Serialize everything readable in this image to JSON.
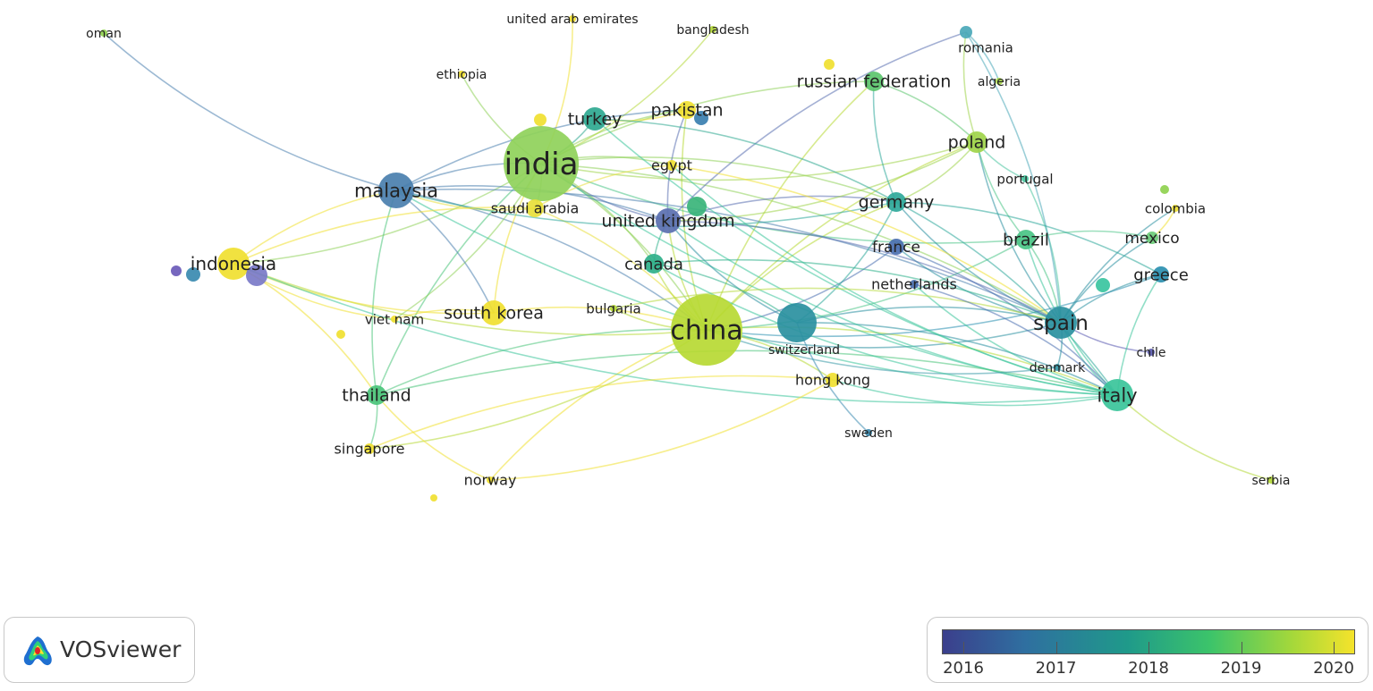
{
  "brand": {
    "name": "VOSviewer"
  },
  "legend": {
    "gradient_colors": [
      "#3b3f8c",
      "#2f6fa0",
      "#1f9a8a",
      "#3cc46a",
      "#a5d83a",
      "#f5e32b"
    ],
    "years": [
      "2016",
      "2017",
      "2018",
      "2019",
      "2020"
    ]
  },
  "nodes": [
    {
      "id": "oman",
      "label": "oman",
      "color": "#8fd14f"
    },
    {
      "id": "uae",
      "label": "united arab emirates",
      "color": "#f0e030"
    },
    {
      "id": "bangladesh",
      "label": "bangladesh",
      "color": "#b5d93a"
    },
    {
      "id": "romania",
      "label": "romania",
      "color": "#4aa8b8"
    },
    {
      "id": "ethiopia",
      "label": "ethiopia",
      "color": "#f0e030"
    },
    {
      "id": "russian_federation",
      "label": "russian federation",
      "color": "#5bc46d"
    },
    {
      "id": "algeria",
      "label": "algeria",
      "color": "#a8d84a"
    },
    {
      "id": "turkey",
      "label": "turkey",
      "color": "#2ea890"
    },
    {
      "id": "pakistan",
      "label": "pakistan",
      "color": "#f0e030"
    },
    {
      "id": "india",
      "label": "india",
      "color": "#8fd15a"
    },
    {
      "id": "poland",
      "label": "poland",
      "color": "#9fd44a"
    },
    {
      "id": "egypt",
      "label": "egypt",
      "color": "#f0e030"
    },
    {
      "id": "malaysia",
      "label": "malaysia",
      "color": "#4a7fae"
    },
    {
      "id": "portugal",
      "label": "portugal",
      "color": "#4ac4a0"
    },
    {
      "id": "saudi_arabia",
      "label": "saudi arabia",
      "color": "#e8df3a"
    },
    {
      "id": "germany",
      "label": "germany",
      "color": "#2ea89a"
    },
    {
      "id": "colombia",
      "label": "colombia",
      "color": "#f0e030"
    },
    {
      "id": "united_kingdom",
      "label": "united kingdom",
      "color": "#5a6fb0"
    },
    {
      "id": "brazil",
      "label": "brazil",
      "color": "#4ac486"
    },
    {
      "id": "mexico",
      "label": "mexico",
      "color": "#6ccc78"
    },
    {
      "id": "france",
      "label": "france",
      "color": "#4a6fb0"
    },
    {
      "id": "indonesia",
      "label": "indonesia",
      "color": "#f0e030"
    },
    {
      "id": "canada",
      "label": "canada",
      "color": "#2eb08a"
    },
    {
      "id": "greece",
      "label": "greece",
      "color": "#2a8fb0"
    },
    {
      "id": "netherlands",
      "label": "netherlands",
      "color": "#4a6fb0"
    },
    {
      "id": "south_korea",
      "label": "south korea",
      "color": "#f0e030"
    },
    {
      "id": "viet_nam",
      "label": "viet nam",
      "color": "#f0e030"
    },
    {
      "id": "bulgaria",
      "label": "bulgaria",
      "color": "#b5d93a"
    },
    {
      "id": "china",
      "label": "china",
      "color": "#b7d933"
    },
    {
      "id": "spain",
      "label": "spain",
      "color": "#2a90a0"
    },
    {
      "id": "switzerland",
      "label": "switzerland",
      "color": "#2a90a0"
    },
    {
      "id": "chile",
      "label": "chile",
      "color": "#5a5ab0"
    },
    {
      "id": "denmark",
      "label": "denmark",
      "color": "#3a9aa8"
    },
    {
      "id": "thailand",
      "label": "thailand",
      "color": "#4ac47a"
    },
    {
      "id": "hong_kong",
      "label": "hong kong",
      "color": "#f0e030"
    },
    {
      "id": "italy",
      "label": "italy",
      "color": "#3ac49a"
    },
    {
      "id": "sweden",
      "label": "sweden",
      "color": "#3a8ab0"
    },
    {
      "id": "singapore",
      "label": "singapore",
      "color": "#f0e030"
    },
    {
      "id": "norway",
      "label": "norway",
      "color": "#f0e030"
    },
    {
      "id": "serbia",
      "label": "serbia",
      "color": "#b5d93a"
    },
    {
      "id": "n_extra1",
      "label": "",
      "color": "#f0e030"
    },
    {
      "id": "n_extra2",
      "label": "",
      "color": "#f0e030"
    },
    {
      "id": "n_extra3",
      "label": "",
      "color": "#8fd14f"
    },
    {
      "id": "n_extra4",
      "label": "",
      "color": "#6a5ab8"
    },
    {
      "id": "n_extra5",
      "label": "",
      "color": "#3a8ab0"
    },
    {
      "id": "n_extra6",
      "label": "",
      "color": "#f0e030"
    },
    {
      "id": "n_extra7",
      "label": "",
      "color": "#f0e030"
    },
    {
      "id": "n_extra8",
      "label": "",
      "color": "#3ac4a0"
    },
    {
      "id": "n_extra9",
      "label": "",
      "color": "#3a7fb0"
    },
    {
      "id": "n_extra10",
      "label": "",
      "color": "#7a7ac8"
    },
    {
      "id": "n_extra11",
      "label": "",
      "color": "#3ab47a"
    }
  ],
  "links": [
    [
      "china",
      "india"
    ],
    [
      "china",
      "united_kingdom"
    ],
    [
      "china",
      "spain"
    ],
    [
      "china",
      "italy"
    ],
    [
      "china",
      "malaysia"
    ],
    [
      "china",
      "germany"
    ],
    [
      "china",
      "south_korea"
    ],
    [
      "china",
      "pakistan"
    ],
    [
      "china",
      "saudi_arabia"
    ],
    [
      "china",
      "canada"
    ],
    [
      "china",
      "thailand"
    ],
    [
      "china",
      "indonesia"
    ],
    [
      "china",
      "brazil"
    ],
    [
      "china",
      "poland"
    ],
    [
      "china",
      "france"
    ],
    [
      "china",
      "hong_kong"
    ],
    [
      "china",
      "norway"
    ],
    [
      "china",
      "singapore"
    ],
    [
      "china",
      "greece"
    ],
    [
      "china",
      "russian_federation"
    ],
    [
      "india",
      "malaysia"
    ],
    [
      "india",
      "saudi_arabia"
    ],
    [
      "india",
      "united_kingdom"
    ],
    [
      "india",
      "pakistan"
    ],
    [
      "india",
      "turkey"
    ],
    [
      "india",
      "spain"
    ],
    [
      "india",
      "italy"
    ],
    [
      "india",
      "germany"
    ],
    [
      "india",
      "south_korea"
    ],
    [
      "india",
      "egypt"
    ],
    [
      "india",
      "uae"
    ],
    [
      "india",
      "ethiopia"
    ],
    [
      "india",
      "bangladesh"
    ],
    [
      "india",
      "russian_federation"
    ],
    [
      "india",
      "poland"
    ],
    [
      "india",
      "indonesia"
    ],
    [
      "india",
      "thailand"
    ],
    [
      "india",
      "canada"
    ],
    [
      "india",
      "brazil"
    ],
    [
      "india",
      "viet_nam"
    ],
    [
      "malaysia",
      "indonesia"
    ],
    [
      "malaysia",
      "oman"
    ],
    [
      "malaysia",
      "saudi_arabia"
    ],
    [
      "malaysia",
      "united_kingdom"
    ],
    [
      "malaysia",
      "thailand"
    ],
    [
      "malaysia",
      "spain"
    ],
    [
      "malaysia",
      "italy"
    ],
    [
      "malaysia",
      "pakistan"
    ],
    [
      "malaysia",
      "germany"
    ],
    [
      "malaysia",
      "south_korea"
    ],
    [
      "spain",
      "italy"
    ],
    [
      "spain",
      "germany"
    ],
    [
      "spain",
      "brazil"
    ],
    [
      "spain",
      "mexico"
    ],
    [
      "spain",
      "chile"
    ],
    [
      "spain",
      "greece"
    ],
    [
      "spain",
      "portugal"
    ],
    [
      "spain",
      "france"
    ],
    [
      "spain",
      "united_kingdom"
    ],
    [
      "spain",
      "poland"
    ],
    [
      "italy",
      "germany"
    ],
    [
      "italy",
      "greece"
    ],
    [
      "italy",
      "serbia"
    ],
    [
      "italy",
      "brazil"
    ],
    [
      "italy",
      "switzerland"
    ],
    [
      "italy",
      "united_kingdom"
    ],
    [
      "italy",
      "france"
    ],
    [
      "italy",
      "netherlands"
    ],
    [
      "italy",
      "thailand"
    ],
    [
      "italy",
      "turkey"
    ],
    [
      "switzerland",
      "germany"
    ],
    [
      "switzerland",
      "united_kingdom"
    ],
    [
      "switzerland",
      "canada"
    ],
    [
      "switzerland",
      "spain"
    ],
    [
      "switzerland",
      "sweden"
    ],
    [
      "united_kingdom",
      "germany"
    ],
    [
      "united_kingdom",
      "canada"
    ],
    [
      "united_kingdom",
      "pakistan"
    ],
    [
      "united_kingdom",
      "poland"
    ],
    [
      "united_kingdom",
      "romania"
    ],
    [
      "indonesia",
      "south_korea"
    ],
    [
      "indonesia",
      "thailand"
    ],
    [
      "indonesia",
      "viet_nam"
    ],
    [
      "indonesia",
      "saudi_arabia"
    ],
    [
      "indonesia",
      "italy"
    ],
    [
      "russian_federation",
      "poland"
    ],
    [
      "russian_federation",
      "germany"
    ],
    [
      "romania",
      "algeria"
    ],
    [
      "romania",
      "poland"
    ],
    [
      "romania",
      "spain"
    ],
    [
      "poland",
      "portugal"
    ],
    [
      "poland",
      "germany"
    ],
    [
      "poland",
      "brazil"
    ],
    [
      "colombia",
      "mexico"
    ],
    [
      "colombia",
      "spain"
    ],
    [
      "thailand",
      "singapore"
    ],
    [
      "thailand",
      "norway"
    ],
    [
      "singapore",
      "hong_kong"
    ],
    [
      "norway",
      "hong_kong"
    ],
    [
      "viet_nam",
      "south_korea"
    ],
    [
      "turkey",
      "pakistan"
    ],
    [
      "turkey",
      "germany"
    ],
    [
      "egypt",
      "saudi_arabia"
    ],
    [
      "egypt",
      "spain"
    ],
    [
      "egypt",
      "italy"
    ],
    [
      "bulgaria",
      "spain"
    ],
    [
      "bulgaria",
      "china"
    ],
    [
      "netherlands",
      "italy"
    ],
    [
      "denmark",
      "spain"
    ],
    [
      "denmark",
      "china"
    ],
    [
      "hong_kong",
      "italy"
    ],
    [
      "canada",
      "spain"
    ],
    [
      "canada",
      "italy"
    ],
    [
      "brazil",
      "mexico"
    ],
    [
      "greece",
      "germany"
    ]
  ]
}
